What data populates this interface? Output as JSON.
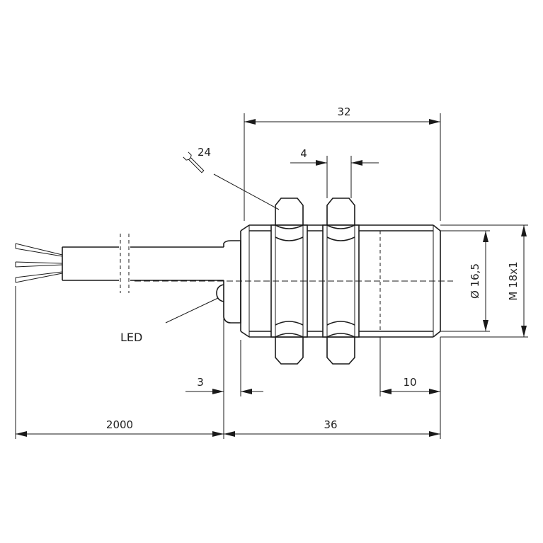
{
  "dimensions": {
    "overall_body_length": "32",
    "nut_width": "4",
    "wrench_size": "24",
    "cable_length": "2000",
    "total_length": "36",
    "led_offset": "3",
    "thread_free_length": "10",
    "inner_diameter": "Ø 16,5",
    "thread_spec": "M 18x1"
  },
  "labels": {
    "led": "LED"
  },
  "icons": {
    "wrench": "wrench-icon"
  }
}
